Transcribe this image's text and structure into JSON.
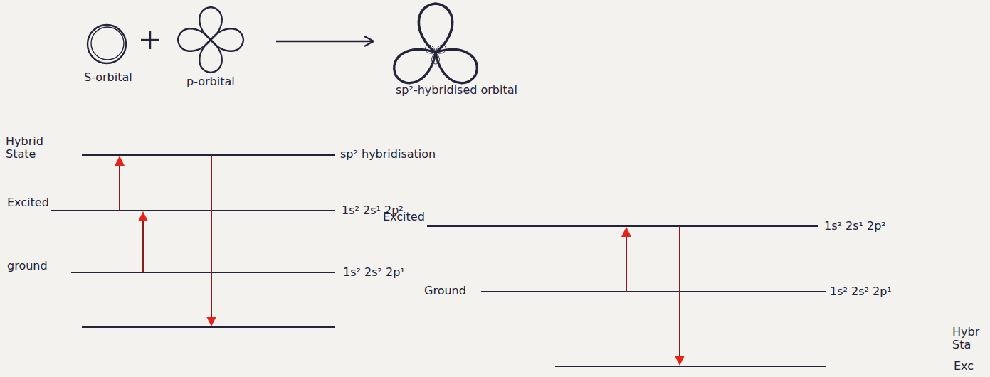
{
  "diagram": {
    "labels": [
      "S-orbital",
      "p-orbital",
      "sp²-hybridised orbital",
      "Hybrid State",
      "sp² hybridisation",
      "Excited",
      "1s² 2s¹ 2p²",
      "ground",
      "1s² 2s² 2p¹",
      "Excited",
      "1s² 2s¹ 2p²",
      "Ground",
      "1s² 2s² 2p¹",
      "Hybr Sta",
      "Exc"
    ]
  }
}
